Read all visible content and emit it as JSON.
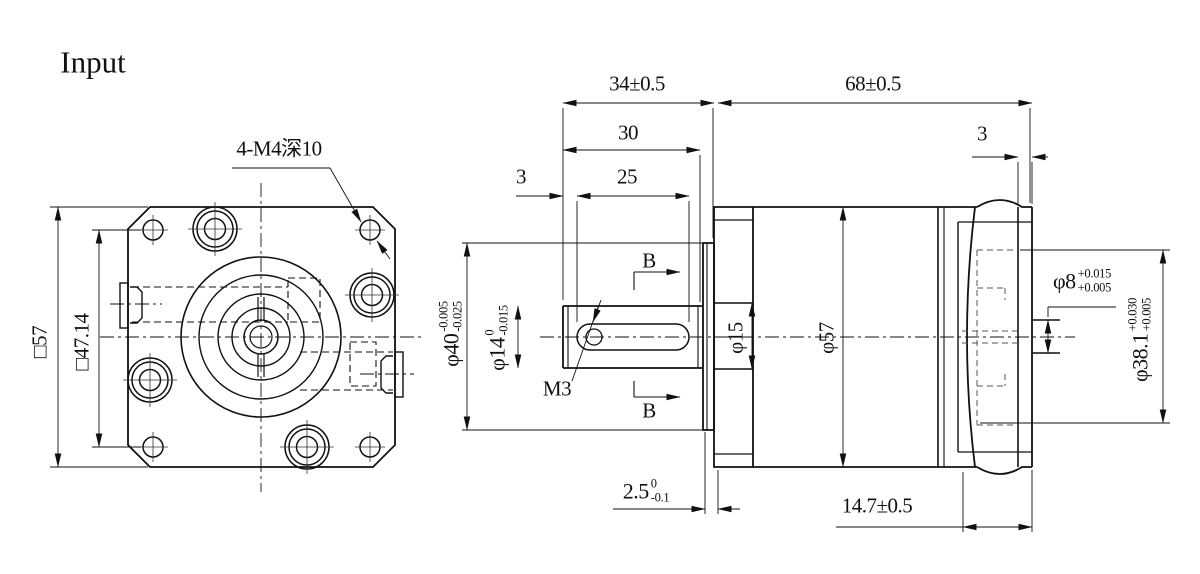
{
  "page": {
    "view_label": "Input"
  },
  "annotations": {
    "corner_holes_note": "4-M4深10",
    "set_screw_label": "M3",
    "section_label": "B"
  },
  "left_view": {
    "outer_square": "□57",
    "hole_spacing_square": "□47.14"
  },
  "side_view": {
    "front_overall_len": "34±0.5",
    "body_overall_len": "68±0.5",
    "shaft_len": "30",
    "keyway_offset": "3",
    "keyway_len": "25",
    "rear_lip_len": "3",
    "boss_dia": "φ40",
    "boss_dia_tol_hi": "-0.005",
    "boss_dia_tol_lo": "-0.025",
    "shaft_dia": "φ14",
    "shaft_dia_tol_hi": "0",
    "shaft_dia_tol_lo": "-0.015",
    "collar_dia": "φ15",
    "body_dia": "φ57",
    "input_bore_dia": "φ8",
    "input_bore_tol_hi": "+0.015",
    "input_bore_tol_lo": "+0.005",
    "rear_spigot_dia": "φ38.1",
    "rear_spigot_tol_hi": "+0.030",
    "rear_spigot_tol_lo": "+0.005",
    "boss_thickness": "2.5",
    "boss_thickness_tol_hi": "0",
    "boss_thickness_tol_lo": "-0.1",
    "rear_section_len": "14.7±0.5"
  }
}
